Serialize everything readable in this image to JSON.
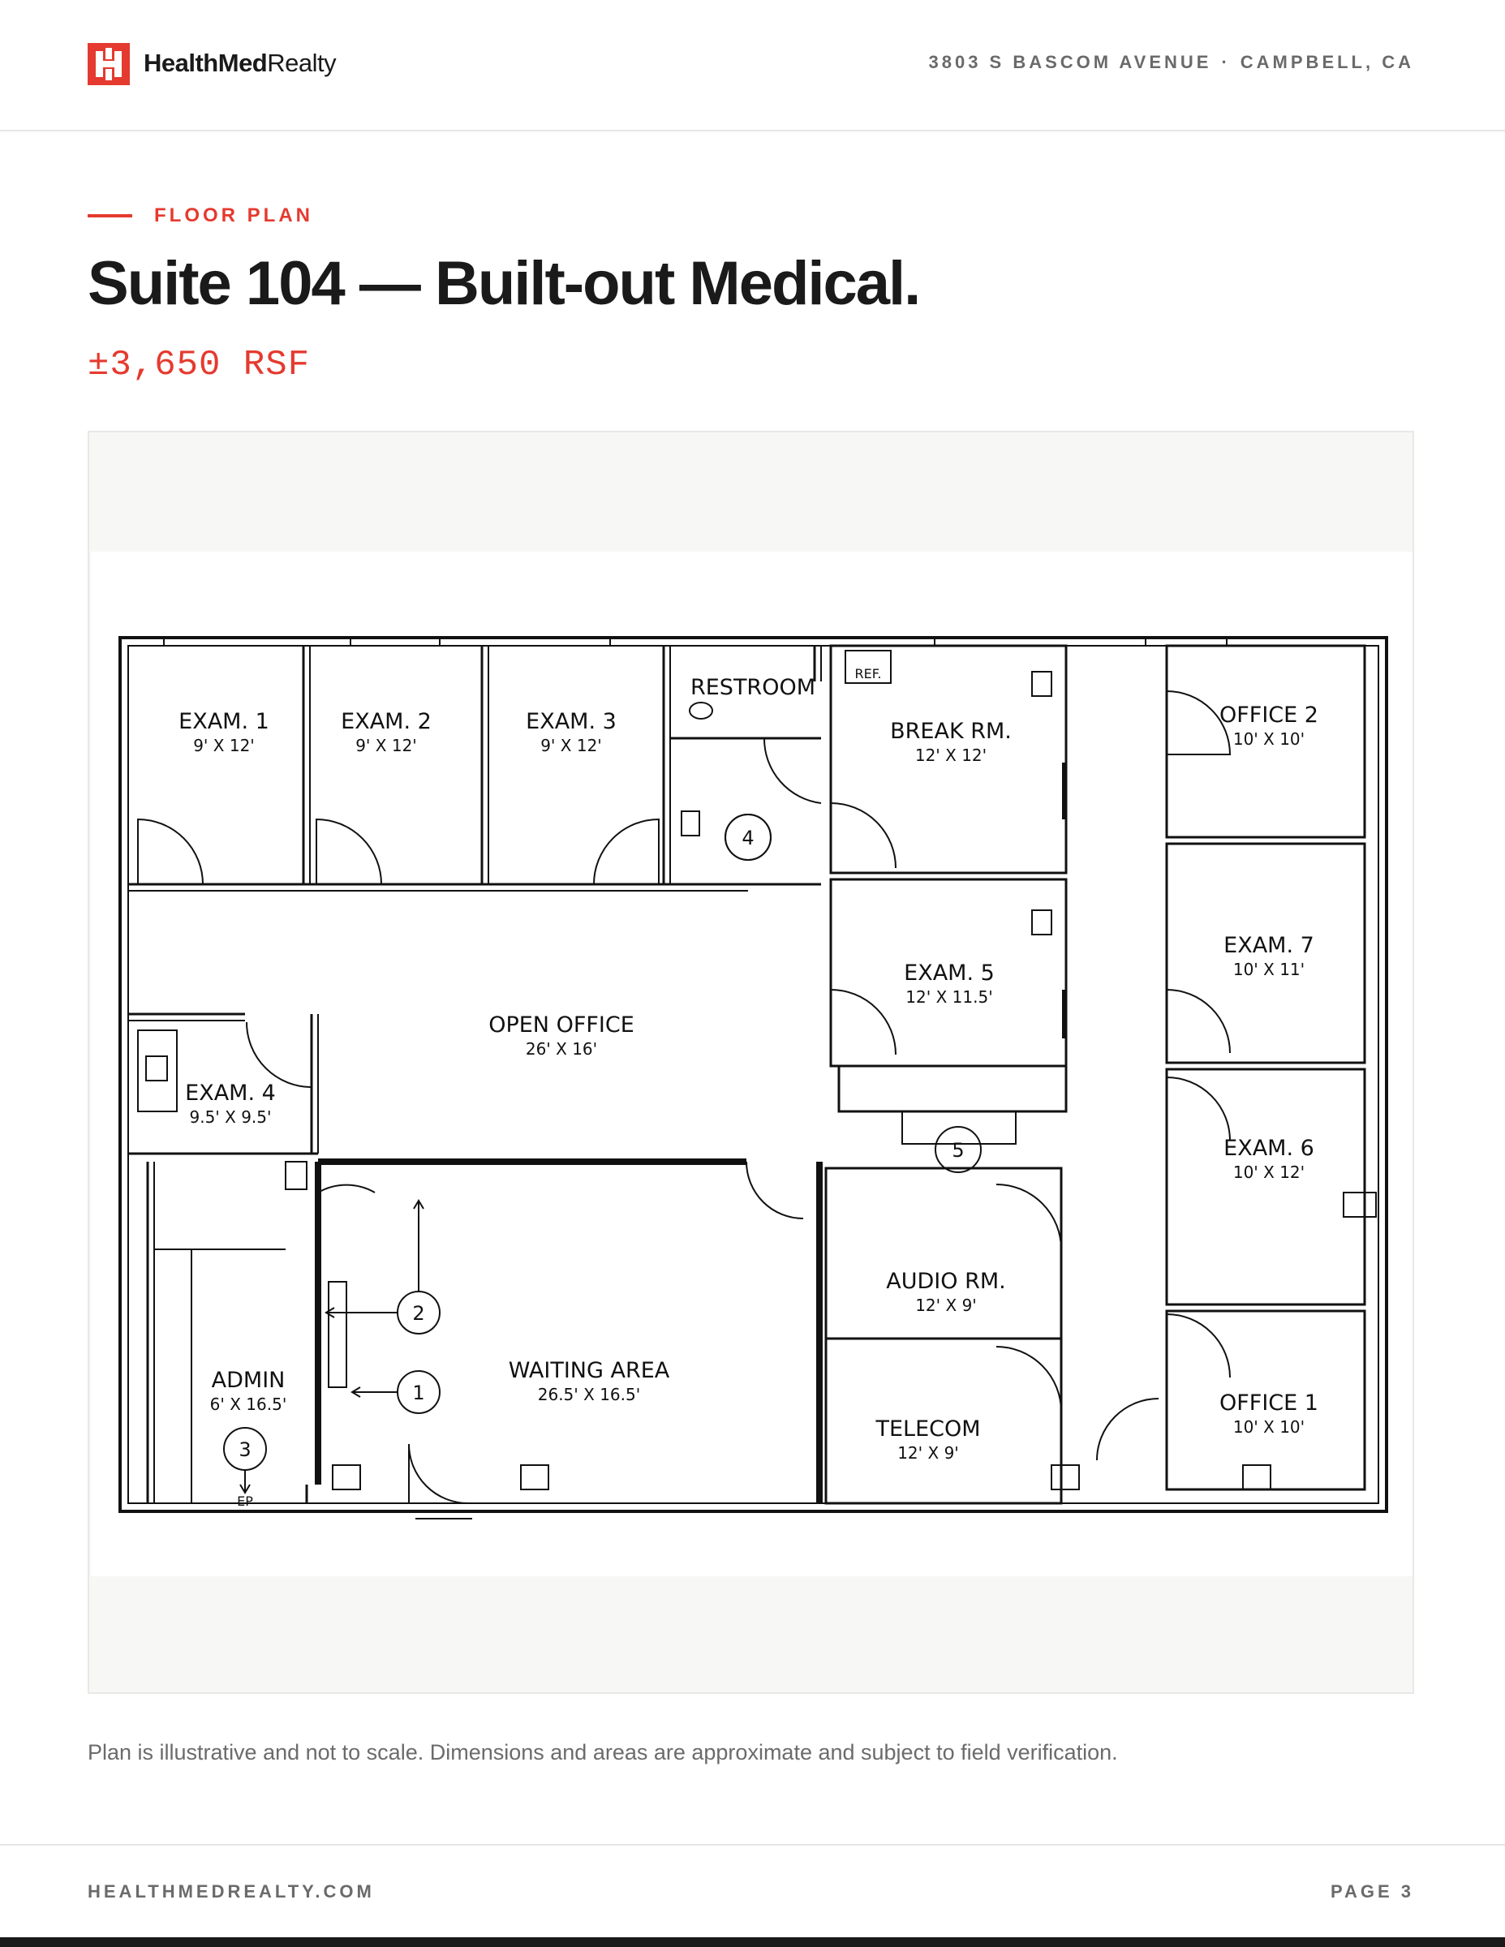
{
  "header": {
    "brand_bold": "HealthMed",
    "brand_light": "Realty",
    "logo_icon": "healthmed-h-logo-icon",
    "address_street": "3803 S BASCOM AVENUE",
    "address_sep": "·",
    "address_city": "CAMPBELL, CA"
  },
  "section": {
    "eyebrow": "FLOOR PLAN",
    "title": "Suite 104 — Built-out Medical.",
    "area": "±3,650 RSF"
  },
  "plan": {
    "rooms": [
      {
        "id": "exam-1",
        "name": "EXAM. 1",
        "dims": "9' X 12'"
      },
      {
        "id": "exam-2",
        "name": "EXAM. 2",
        "dims": "9' X 12'"
      },
      {
        "id": "exam-3",
        "name": "EXAM. 3",
        "dims": "9' X 12'"
      },
      {
        "id": "restroom",
        "name": "RESTROOM",
        "dims": ""
      },
      {
        "id": "break-rm",
        "name": "BREAK RM.",
        "dims": "12' X 12'"
      },
      {
        "id": "office-2",
        "name": "OFFICE 2",
        "dims": "10' X 10'"
      },
      {
        "id": "exam-7",
        "name": "EXAM. 7",
        "dims": "10' X 11'"
      },
      {
        "id": "exam-5",
        "name": "EXAM. 5",
        "dims": "12' X 11.5'"
      },
      {
        "id": "open-office",
        "name": "OPEN OFFICE",
        "dims": "26' X 16'"
      },
      {
        "id": "exam-4",
        "name": "EXAM. 4",
        "dims": "9.5' X 9.5'"
      },
      {
        "id": "exam-6",
        "name": "EXAM. 6",
        "dims": "10' X 12'"
      },
      {
        "id": "audio-rm",
        "name": "AUDIO RM.",
        "dims": "12' X 9'"
      },
      {
        "id": "waiting-area",
        "name": "WAITING AREA",
        "dims": "26.5' X 16.5'"
      },
      {
        "id": "admin",
        "name": "ADMIN",
        "dims": "6' X 16.5'"
      },
      {
        "id": "telecom",
        "name": "TELECOM",
        "dims": "12' X 9'"
      },
      {
        "id": "office-1",
        "name": "OFFICE 1",
        "dims": "10' X 10'"
      }
    ],
    "keynotes": [
      "1",
      "2",
      "3",
      "4",
      "5"
    ],
    "labels": {
      "ref": "REF.",
      "ep": "EP"
    }
  },
  "caption": "Plan is illustrative and not to scale. Dimensions and areas are approximate and subject to field verification.",
  "footer": {
    "website": "HEALTHMEDREALTY.COM",
    "page": "PAGE 3"
  },
  "colors": {
    "accent": "#e53a2f",
    "text": "#1a1a1a",
    "muted": "#6a6a6a",
    "panel": "#f7f7f6"
  }
}
